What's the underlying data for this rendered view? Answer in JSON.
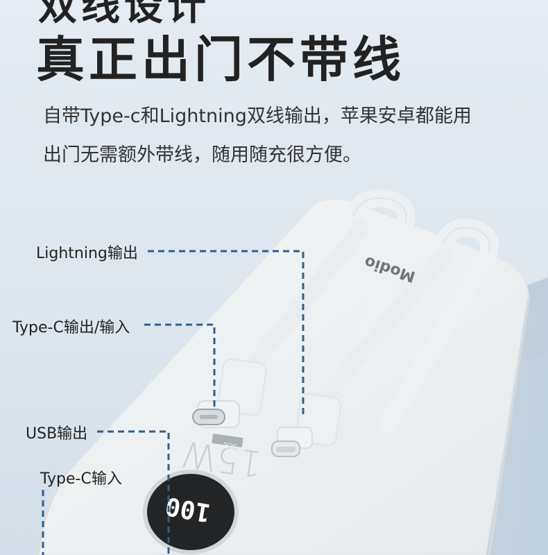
{
  "header": {
    "partial_line": "双线设计",
    "headline": "真正出门不带线"
  },
  "description": {
    "line1": "自带Type-c和Lightning双线输出，苹果安卓都能用",
    "line2": "出门无需额外带线，随用随充很方便。"
  },
  "callouts": {
    "lightning": "Lightning输出",
    "typec_io": "Type-C输出/输入",
    "usb": "USB输出",
    "typec_in": "Type-C输入"
  },
  "product": {
    "brand": "Modio",
    "power": "15W",
    "mini_label": "快充",
    "display": "100"
  }
}
